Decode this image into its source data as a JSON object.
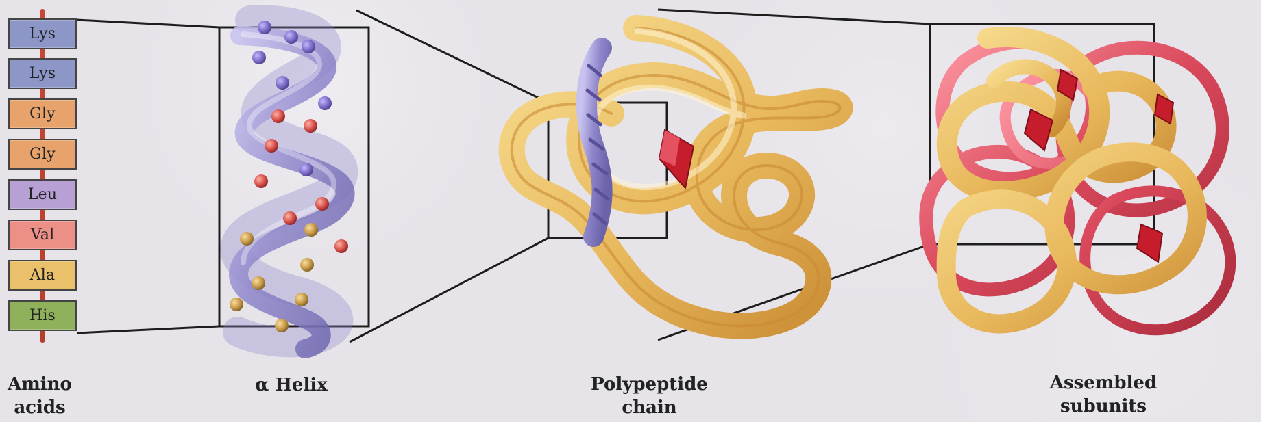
{
  "captions": {
    "amino_acids": "Amino\nacids",
    "alpha_helix": "α Helix",
    "polypeptide_chain": "Polypeptide\nchain",
    "assembled_subunits": "Assembled\nsubunits"
  },
  "amino_acids": [
    {
      "label": "Lys",
      "color": "#8c97c8"
    },
    {
      "label": "Lys",
      "color": "#8c97c8"
    },
    {
      "label": "Gly",
      "color": "#e7a36b"
    },
    {
      "label": "Gly",
      "color": "#e7a36b"
    },
    {
      "label": "Leu",
      "color": "#b6a0d4"
    },
    {
      "label": "Val",
      "color": "#ec8f87"
    },
    {
      "label": "Ala",
      "color": "#ebc06a"
    },
    {
      "label": "His",
      "color": "#8fb15b"
    }
  ],
  "palette": {
    "frame": "#1d1d1d",
    "helix": "#8f87cb",
    "helix_edge": "#6e66b0",
    "ribbon_gold": "#e8b85c",
    "ribbon_gold_dark": "#c98b33",
    "ribbon_red": "#d9485b",
    "ribbon_red_dark": "#b72f43"
  }
}
